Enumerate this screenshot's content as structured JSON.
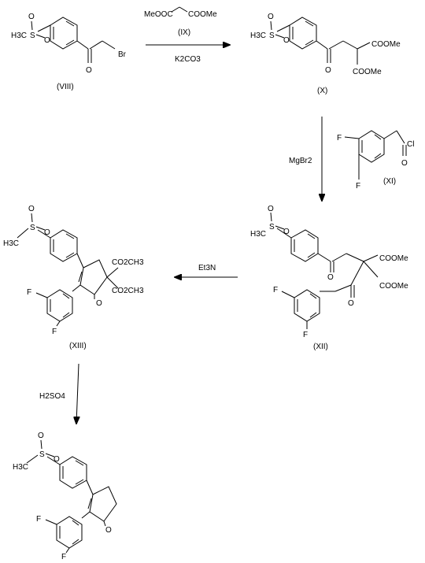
{
  "compounds": {
    "viii": {
      "label": "(VIII)",
      "sulfonyl": "S",
      "o1": "O",
      "o2": "O",
      "methyl": "H3C",
      "ketone_o": "O",
      "br": "Br"
    },
    "x": {
      "label": "(X)",
      "sulfonyl": "S",
      "o1": "O",
      "o2": "O",
      "methyl": "H3C",
      "ketone_o": "O",
      "ester1": "COOMe",
      "ester2": "COOMe"
    },
    "xi": {
      "label": "(XI)",
      "f1": "F",
      "f2": "F",
      "cl": "Cl",
      "o": "O"
    },
    "xii": {
      "label": "(XII)",
      "sulfonyl": "S",
      "o1": "O",
      "o2": "O",
      "methyl": "H3C",
      "ketone_o1": "O",
      "ketone_o2": "O",
      "ester1": "COOMe",
      "ester2": "COOMe",
      "f1": "F",
      "f2": "F"
    },
    "xiii": {
      "label": "(XIII)",
      "sulfonyl": "S",
      "o1": "O",
      "o2": "O",
      "methyl": "H3C",
      "ketone_o": "O",
      "ester1": "CO2CH3",
      "ester2": "CO2CH3",
      "f1": "F",
      "f2": "F"
    },
    "product": {
      "sulfonyl": "S",
      "o1": "O",
      "o2": "O",
      "methyl": "H3C",
      "ketone_o": "O",
      "f1": "F",
      "f2": "F"
    }
  },
  "reagents": {
    "step1_top": "MeOOC",
    "step1_top2": "COOMe",
    "step1_label": "(IX)",
    "step1_bottom": "K2CO3",
    "step2": "MgBr2",
    "step3": "Et3N",
    "step4": "H2SO4"
  }
}
